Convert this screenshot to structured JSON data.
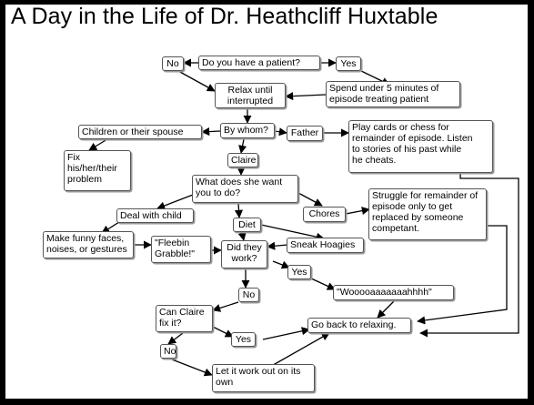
{
  "title": "A Day in the Life of Dr. Heathcliff Huxtable",
  "nodes": {
    "no1": "No",
    "do_you_have_patient": "Do you have a patient?",
    "yes1": "Yes",
    "relax": [
      "Relax until",
      "interrupted"
    ],
    "spend": [
      "Spend under 5 minutes of",
      "episode treating patient"
    ],
    "children": "Children or their spouse",
    "by_whom": "By whom?",
    "father": "Father",
    "play_cards": [
      "Play cards or chess for",
      "remainder of episode.  Listen",
      "to stories of his past while",
      "he cheats."
    ],
    "fix": [
      "Fix",
      "his/her/their",
      "problem"
    ],
    "claire": "Claire",
    "what_does_she_want": [
      "What does she want",
      "you to do?"
    ],
    "deal_child": "Deal with child",
    "chores": "Chores",
    "struggle": [
      "Struggle for remainder of",
      "episode only to get",
      "replaced by someone",
      "competant."
    ],
    "diet": "Diet",
    "funny_faces": [
      "Make funny faces,",
      "noises, or gestures"
    ],
    "fleebin": [
      "\"Fleebin",
      "Grabble!\""
    ],
    "did_they_work": [
      "Did they",
      "work?"
    ],
    "sneak_hoagies": "Sneak Hoagies",
    "yes2": "Yes",
    "woooo": "\"Wooooaaaaaaahhhh\"",
    "no2": "No",
    "can_claire": [
      "Can Claire",
      "fix it?"
    ],
    "go_back": "Go back to relaxing.",
    "yes3": "Yes",
    "no3": "No",
    "let_it_work": [
      "Let it work out on its",
      "own"
    ]
  }
}
